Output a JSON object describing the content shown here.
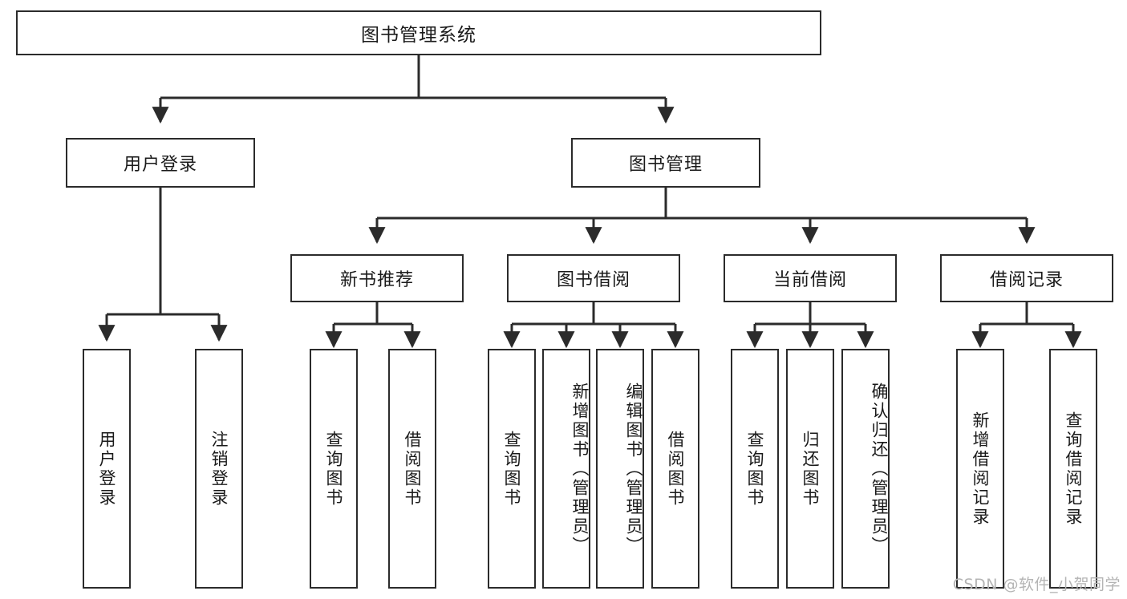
{
  "diagram": {
    "title": "图书管理系统",
    "type": "tree",
    "watermark": "CSDN @软件_小贺同学",
    "colors": {
      "node_border": "#2b2b2b",
      "node_fill": "#ffffff",
      "edge": "#2b2b2b",
      "text": "#1a1a1a",
      "watermark": "#b4b4b4"
    },
    "root": {
      "label": "图书管理系统"
    },
    "level2": [
      {
        "label": "用户登录"
      },
      {
        "label": "图书管理"
      }
    ],
    "level3": [
      {
        "label": "新书推荐"
      },
      {
        "label": "图书借阅"
      },
      {
        "label": "当前借阅"
      },
      {
        "label": "借阅记录"
      }
    ],
    "leaves": {
      "user_login": [
        {
          "label": "用户登录"
        },
        {
          "label": "注销登录"
        }
      ],
      "new_book_recommend": [
        {
          "label": "查询图书"
        },
        {
          "label": "借阅图书"
        }
      ],
      "book_borrow": [
        {
          "label": "查询图书"
        },
        {
          "label": "新增图书（管理员）"
        },
        {
          "label": "编辑图书（管理员）"
        },
        {
          "label": "借阅图书"
        }
      ],
      "current_borrow": [
        {
          "label": "查询图书"
        },
        {
          "label": "归还图书"
        },
        {
          "label": "确认归还（管理员）"
        }
      ],
      "borrow_record": [
        {
          "label": "新增借阅记录"
        },
        {
          "label": "查询借阅记录"
        }
      ]
    }
  }
}
